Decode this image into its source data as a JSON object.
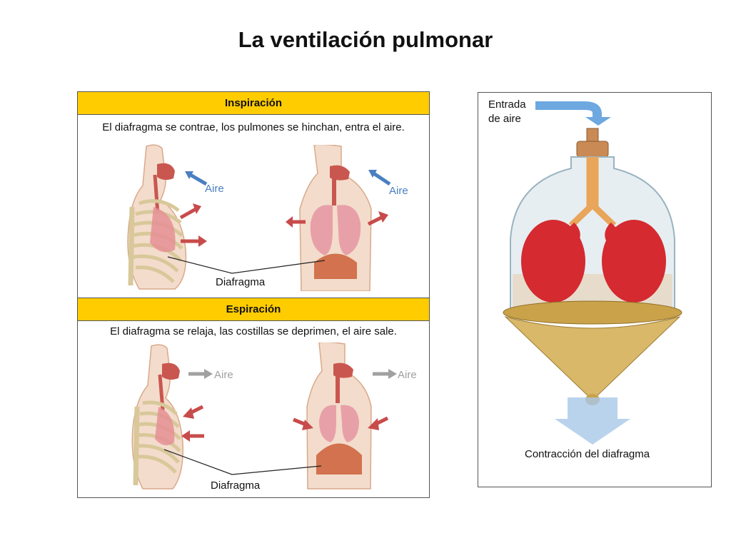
{
  "title": "La ventilación pulmonar",
  "inspiracion": {
    "header": "Inspiración",
    "description": "El diafragma se contrae, los pulmones se hinchan, entra el aire.",
    "air_left": "Aire",
    "air_right": "Aire",
    "diaphragm": "Diafragma"
  },
  "espiracion": {
    "header": "Espiración",
    "description": "El diafragma se relaja, las costillas se deprimen, el aire sale.",
    "air_left": "Aire",
    "air_right": "Aire",
    "diaphragm": "Diafragma"
  },
  "model": {
    "entrada_line1": "Entrada",
    "entrada_line2": "de aire",
    "caption": "Contracción del diafragma"
  },
  "colors": {
    "header_yellow": "#ffcc00",
    "air_in_blue": "#4a7fc1",
    "air_out_gray": "#a0a0a0",
    "movement_arrow_red": "#c84b4b",
    "lung_red": "#d42a30",
    "bone": "#d8c89a"
  }
}
